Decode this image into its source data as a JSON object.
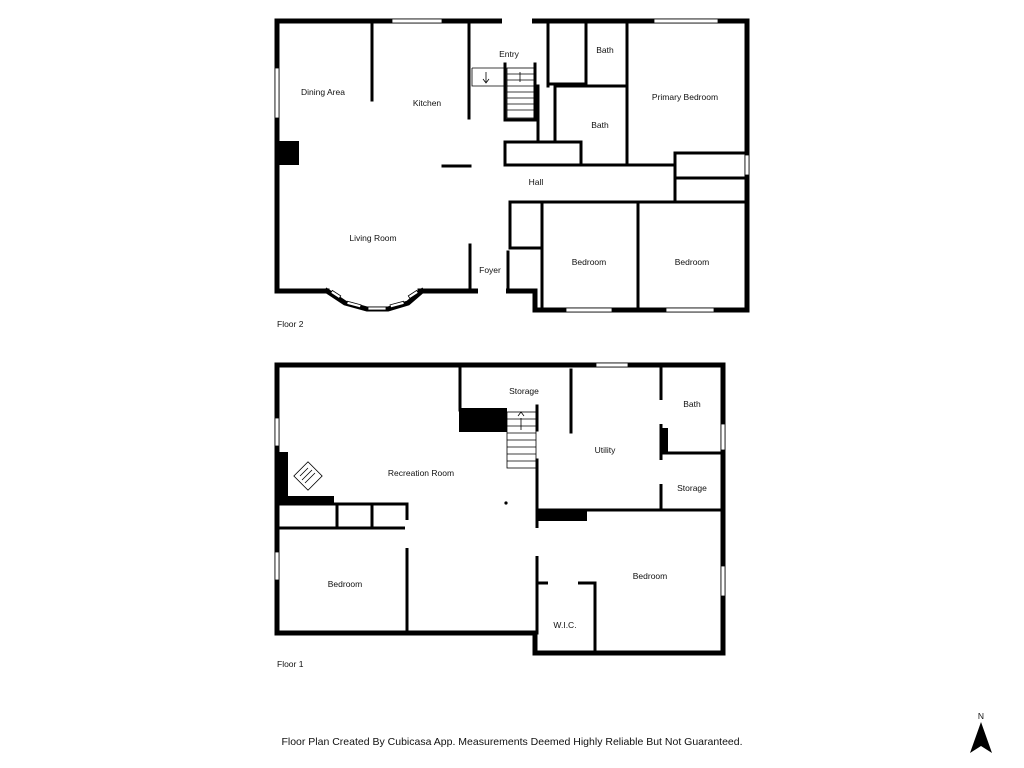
{
  "floor2": {
    "label": "Floor 2",
    "rooms": {
      "dining_area": "Dining Area",
      "kitchen": "Kitchen",
      "entry": "Entry",
      "bath_top": "Bath",
      "primary_bedroom": "Primary Bedroom",
      "bath_mid": "Bath",
      "hall": "Hall",
      "living_room": "Living Room",
      "foyer": "Foyer",
      "bedroom_a": "Bedroom",
      "bedroom_b": "Bedroom"
    }
  },
  "floor1": {
    "label": "Floor 1",
    "rooms": {
      "storage_top": "Storage",
      "recreation_room": "Recreation Room",
      "utility": "Utility",
      "bath": "Bath",
      "storage_right": "Storage",
      "bedroom_left": "Bedroom",
      "bedroom_right": "Bedroom",
      "wic": "W.I.C."
    }
  },
  "footer": "Floor Plan Created By Cubicasa App. Measurements Deemed Highly Reliable But Not Guaranteed.",
  "compass": {
    "label": "N",
    "icon": "north-arrow-icon"
  }
}
